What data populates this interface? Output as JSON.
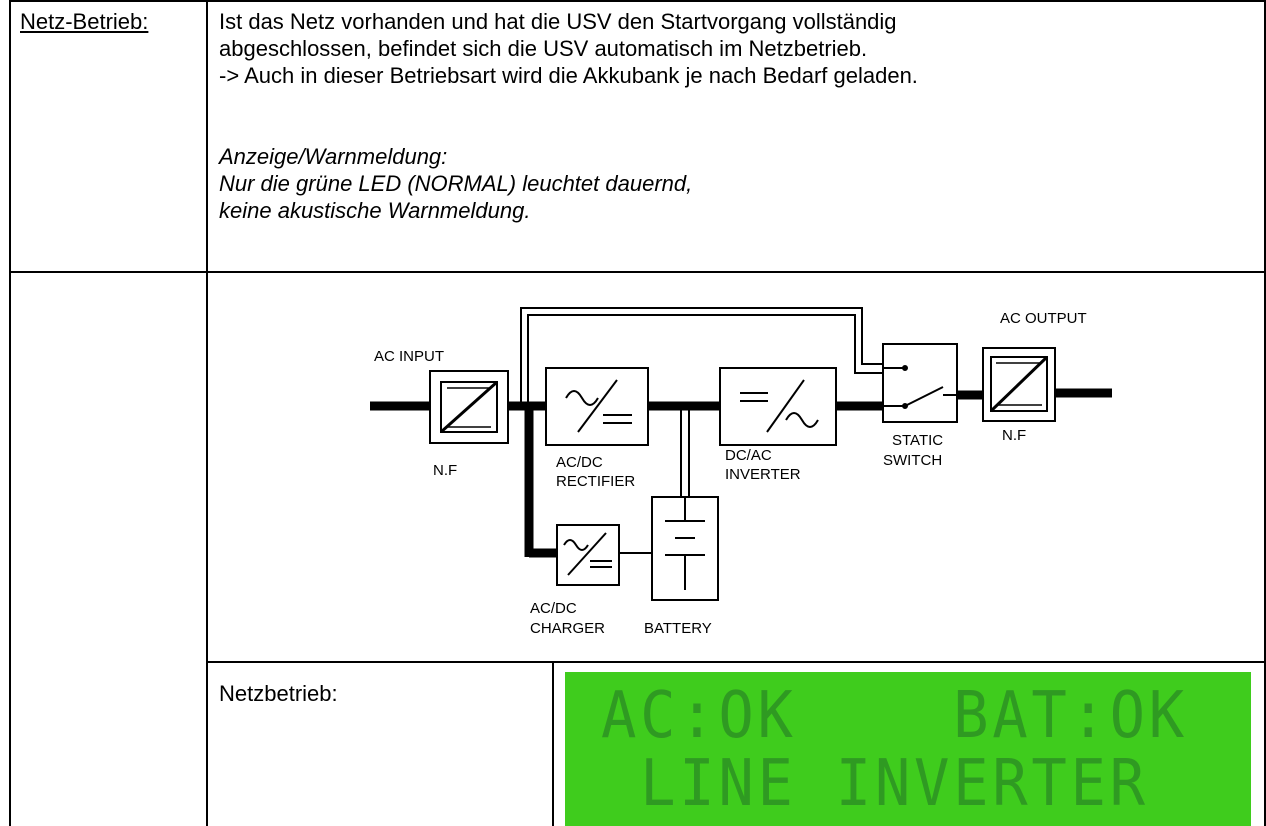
{
  "row1": {
    "label": "Netz-Betrieb:",
    "lines": [
      "Ist das Netz vorhanden und hat die USV den Startvorgang vollständig",
      "abgeschlossen, befindet sich die USV automatisch im Netzbetrieb.",
      "-> Auch in dieser Betriebsart wird die Akkubank je nach Bedarf geladen."
    ],
    "italic_lines": [
      "Anzeige/Warnmeldung:",
      "Nur die grüne LED (NORMAL) leuchtet dauernd,",
      "keine akustische Warnmeldung."
    ]
  },
  "diagram": {
    "ac_input": "AC INPUT",
    "nf_left": "N.F",
    "rectifier_1": "AC/DC",
    "rectifier_2": "RECTIFIER",
    "inverter_1": "DC/AC",
    "inverter_2": "INVERTER",
    "static_1": "STATIC",
    "static_2": "SWITCH",
    "nf_right": "N.F",
    "ac_output": "AC OUTPUT",
    "charger_1": "AC/DC",
    "charger_2": "CHARGER",
    "battery": "BATTERY"
  },
  "row3": {
    "label": "Netzbetrieb:",
    "lcd_line1": "AC:OK    BAT:OK",
    "lcd_line2": " LINE INVERTER",
    "lcd_color": "#3fcc1d"
  }
}
